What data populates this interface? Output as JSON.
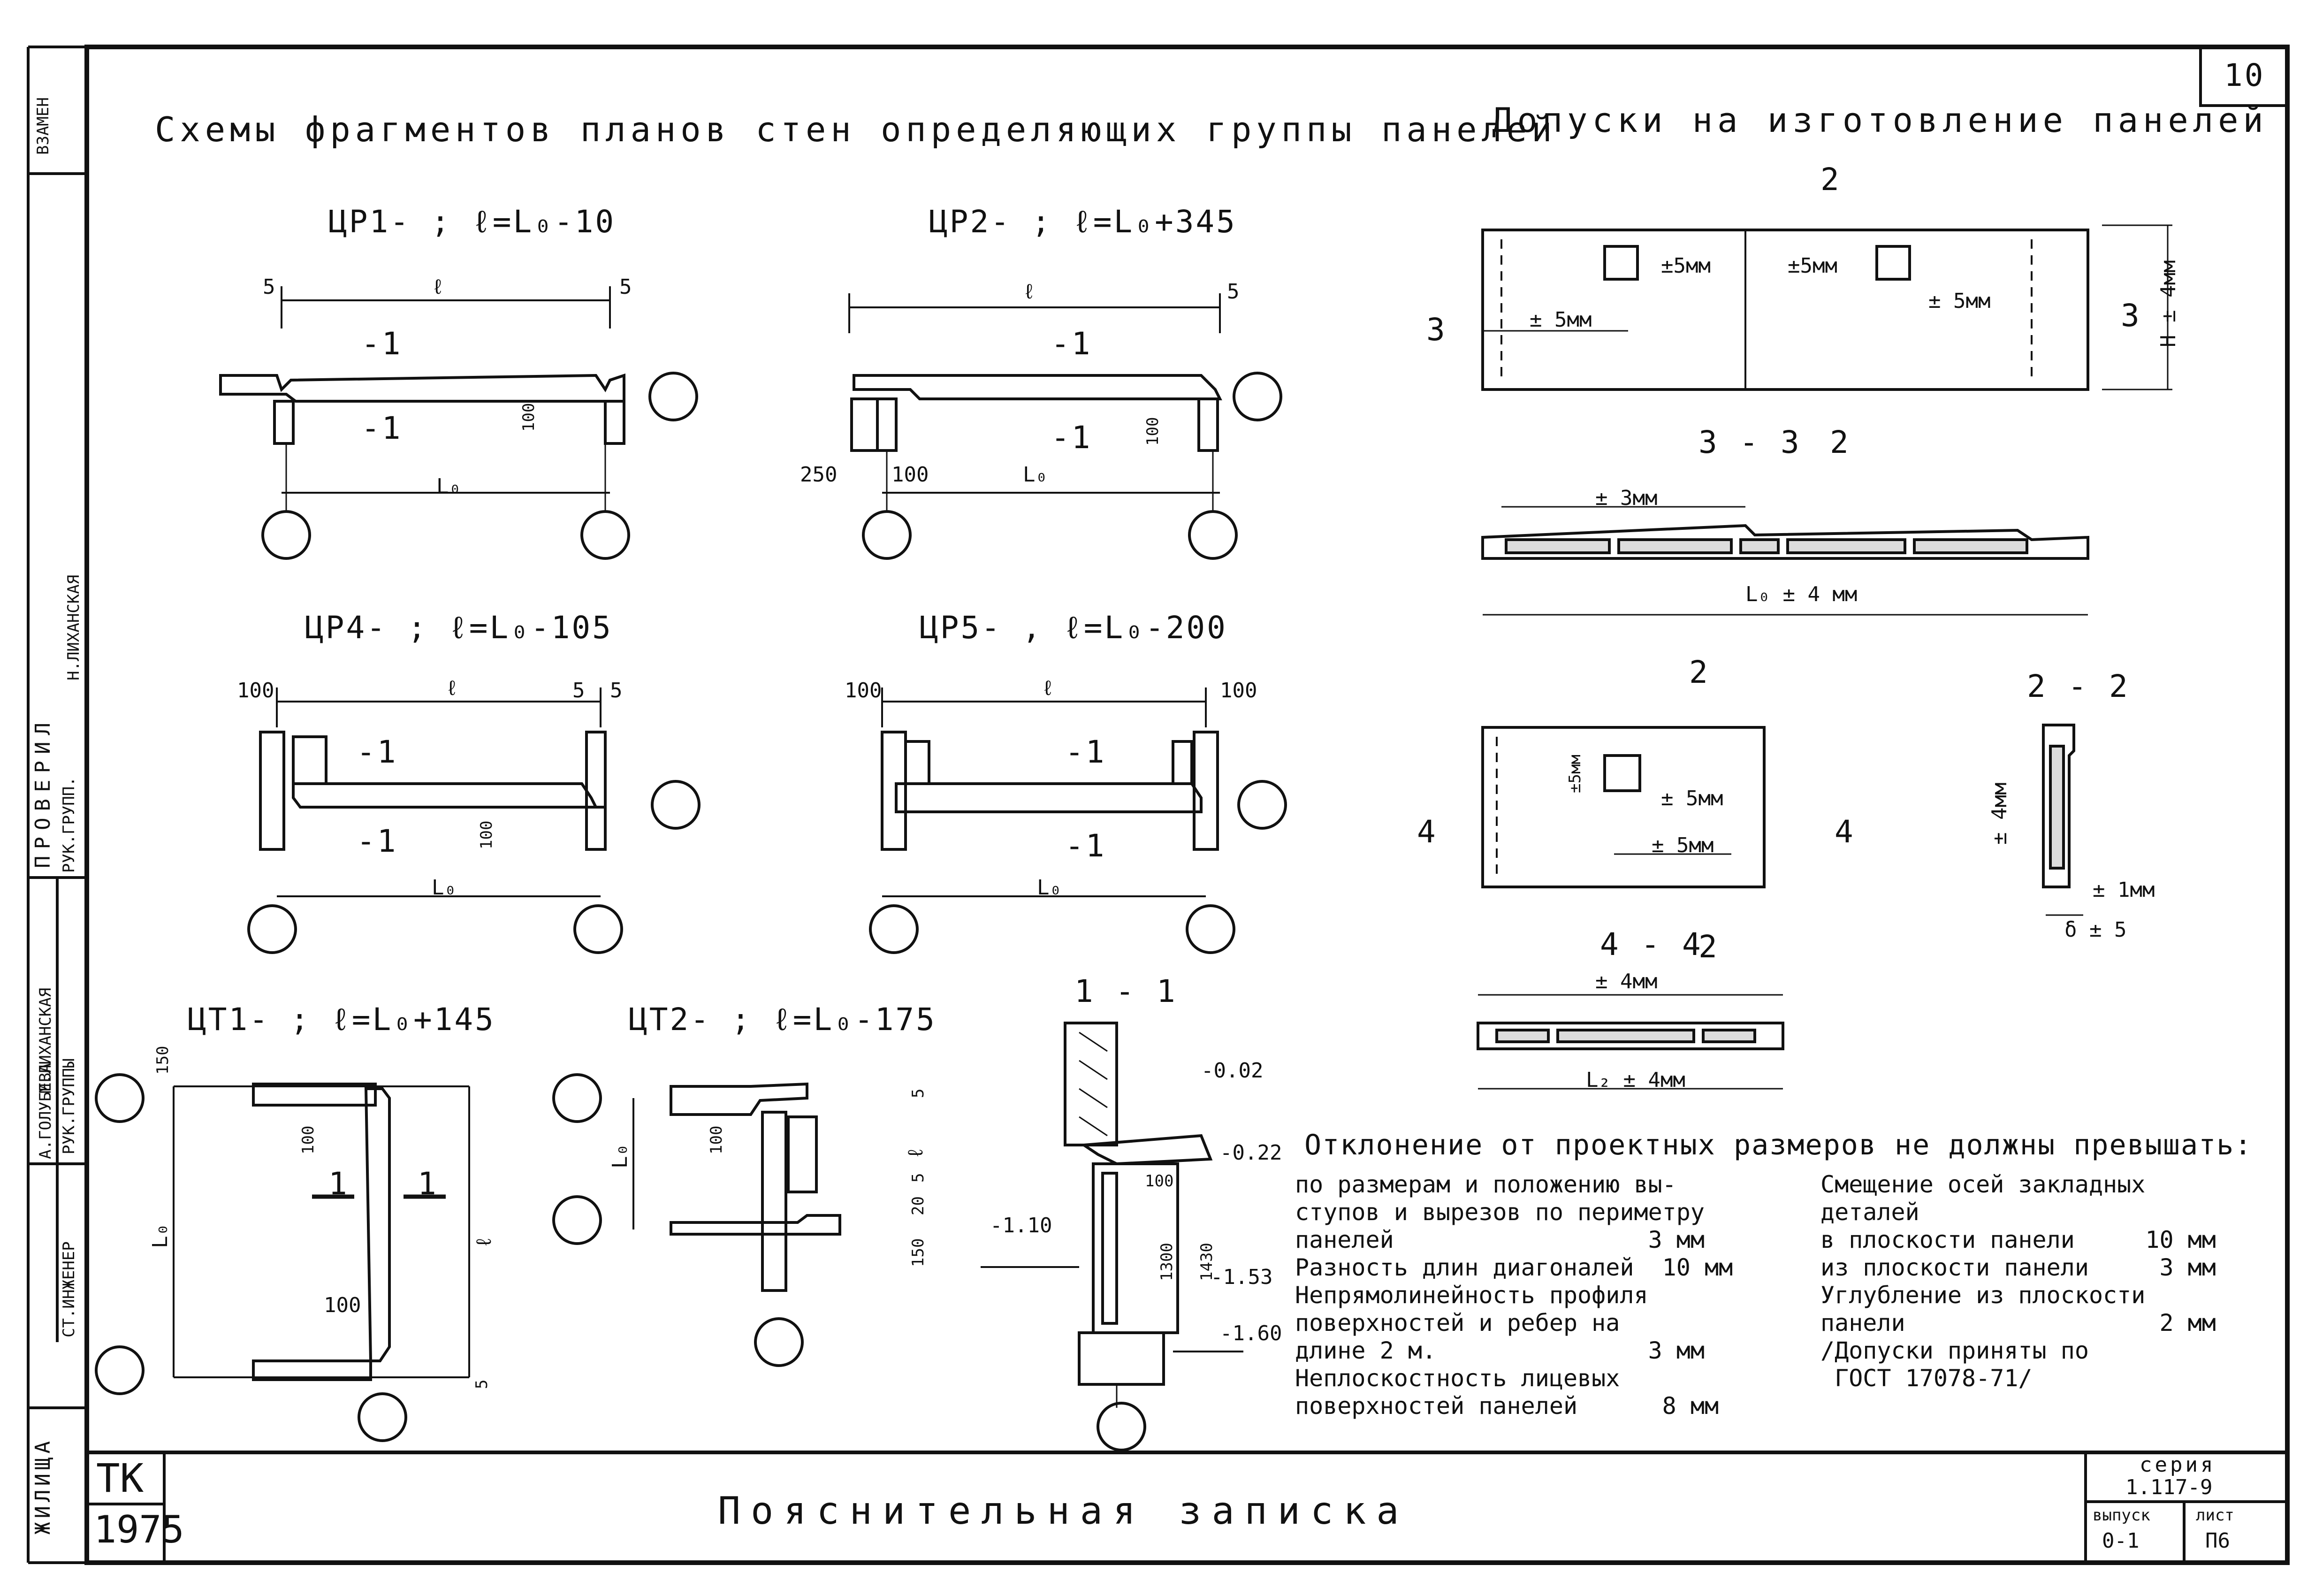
{
  "sheet_number": "10",
  "left_strip": {
    "vzamen": "ВЗАМЕН",
    "proveril": "ПРОВЕРИЛ",
    "roles": [
      "РУК.ГРУППЫ",
      "СТ.ИНЖЕНЕР",
      "РУК.ГРУПП."
    ],
    "names": [
      "М.ЛИХАНСКАЯ",
      "А.ГОЛУБЕВА",
      "Н.ЛИХАНСКАЯ"
    ],
    "org": "ЖИЛИЩА"
  },
  "titles": {
    "schemes": "Схемы фрагментов планов стен определяющих группы панелей",
    "tolerances": "Допуски на изготовление панелей"
  },
  "schemes": [
    {
      "name": "ЦР1- ; ℓ=L₀-10",
      "dims": [
        "5",
        "ℓ",
        "5",
        "-1",
        "-1",
        "100",
        "L₀"
      ]
    },
    {
      "name": "ЦР2- ; ℓ=L₀+345",
      "dims": [
        "ℓ",
        "5",
        "-1",
        "-1",
        "100",
        "250",
        "100",
        "L₀"
      ]
    },
    {
      "name": "ЦР4- ; ℓ=L₀-105",
      "dims": [
        "100",
        "ℓ",
        "5",
        "5",
        "-1",
        "-1",
        "100",
        "L₀"
      ]
    },
    {
      "name": "ЦР5- , ℓ=L₀-200",
      "dims": [
        "100",
        "ℓ",
        "100",
        "-1",
        "-1",
        "L₀"
      ]
    },
    {
      "name": "ЦТ1- ; ℓ=L₀+145",
      "dims": [
        "150",
        "100",
        "1",
        "1",
        "L₀",
        "ℓ",
        "100",
        "5"
      ]
    },
    {
      "name": "ЦТ2- ; ℓ=L₀-175",
      "dims": [
        "5",
        "L₀",
        "100",
        "ℓ",
        "5",
        "20",
        "150"
      ]
    }
  ],
  "section_1_1": {
    "title": "1 - 1",
    "marks": [
      "-0.02",
      "-0.22",
      "-1.10",
      "-1.53",
      "-1.60"
    ],
    "dims": [
      "100",
      "1300",
      "1430"
    ]
  },
  "tolerance_views": {
    "cut_2": "2",
    "cut_3": "3",
    "cut_4": "4",
    "section_3_3": "3 - 3",
    "section_4_4": "4 - 4",
    "section_2_2": "2 - 2",
    "t_5mm": "±5мм",
    "t_5mm_b": "± 5мм",
    "t_3mm": "± 3мм",
    "t_4mm": "± 4мм",
    "h_4mm": "Н ± 4мм",
    "l0_4mm": "L₀ ± 4 мм",
    "l2_4mm": "L₂ ± 4мм",
    "t_1mm": "± 1мм",
    "b_5": "δ ± 5"
  },
  "notes": {
    "header": "Отклонение от проектных размеров не должны превышать:",
    "left": "по размерам и положению вы-\nступов и вырезов по периметру\nпанелей                  3 мм\nРазность длин диагоналей  10 мм\nНепрямолинейность профиля\nповерхностей и ребер на\nдлине 2 м.               3 мм\nНеплоскостность лицевых\nповерхностей панелей      8 мм",
    "right": "Смещение осей закладных\nдеталей\nв плоскости панели     10 мм\nиз плоскости панели     3 мм\nУглубление из плоскости\nпанели                  2 мм\n/Допуски приняты по\n ГОСТ 17078-71/"
  },
  "title_block": {
    "tk": "ТК",
    "year": "1975",
    "caption": "Пояснительная записка",
    "series_label": "серия",
    "series_value": "1.117-9",
    "vypusk_label": "выпуск",
    "vypusk_value": "0-1",
    "list_label": "лист",
    "list_value": "П6"
  }
}
